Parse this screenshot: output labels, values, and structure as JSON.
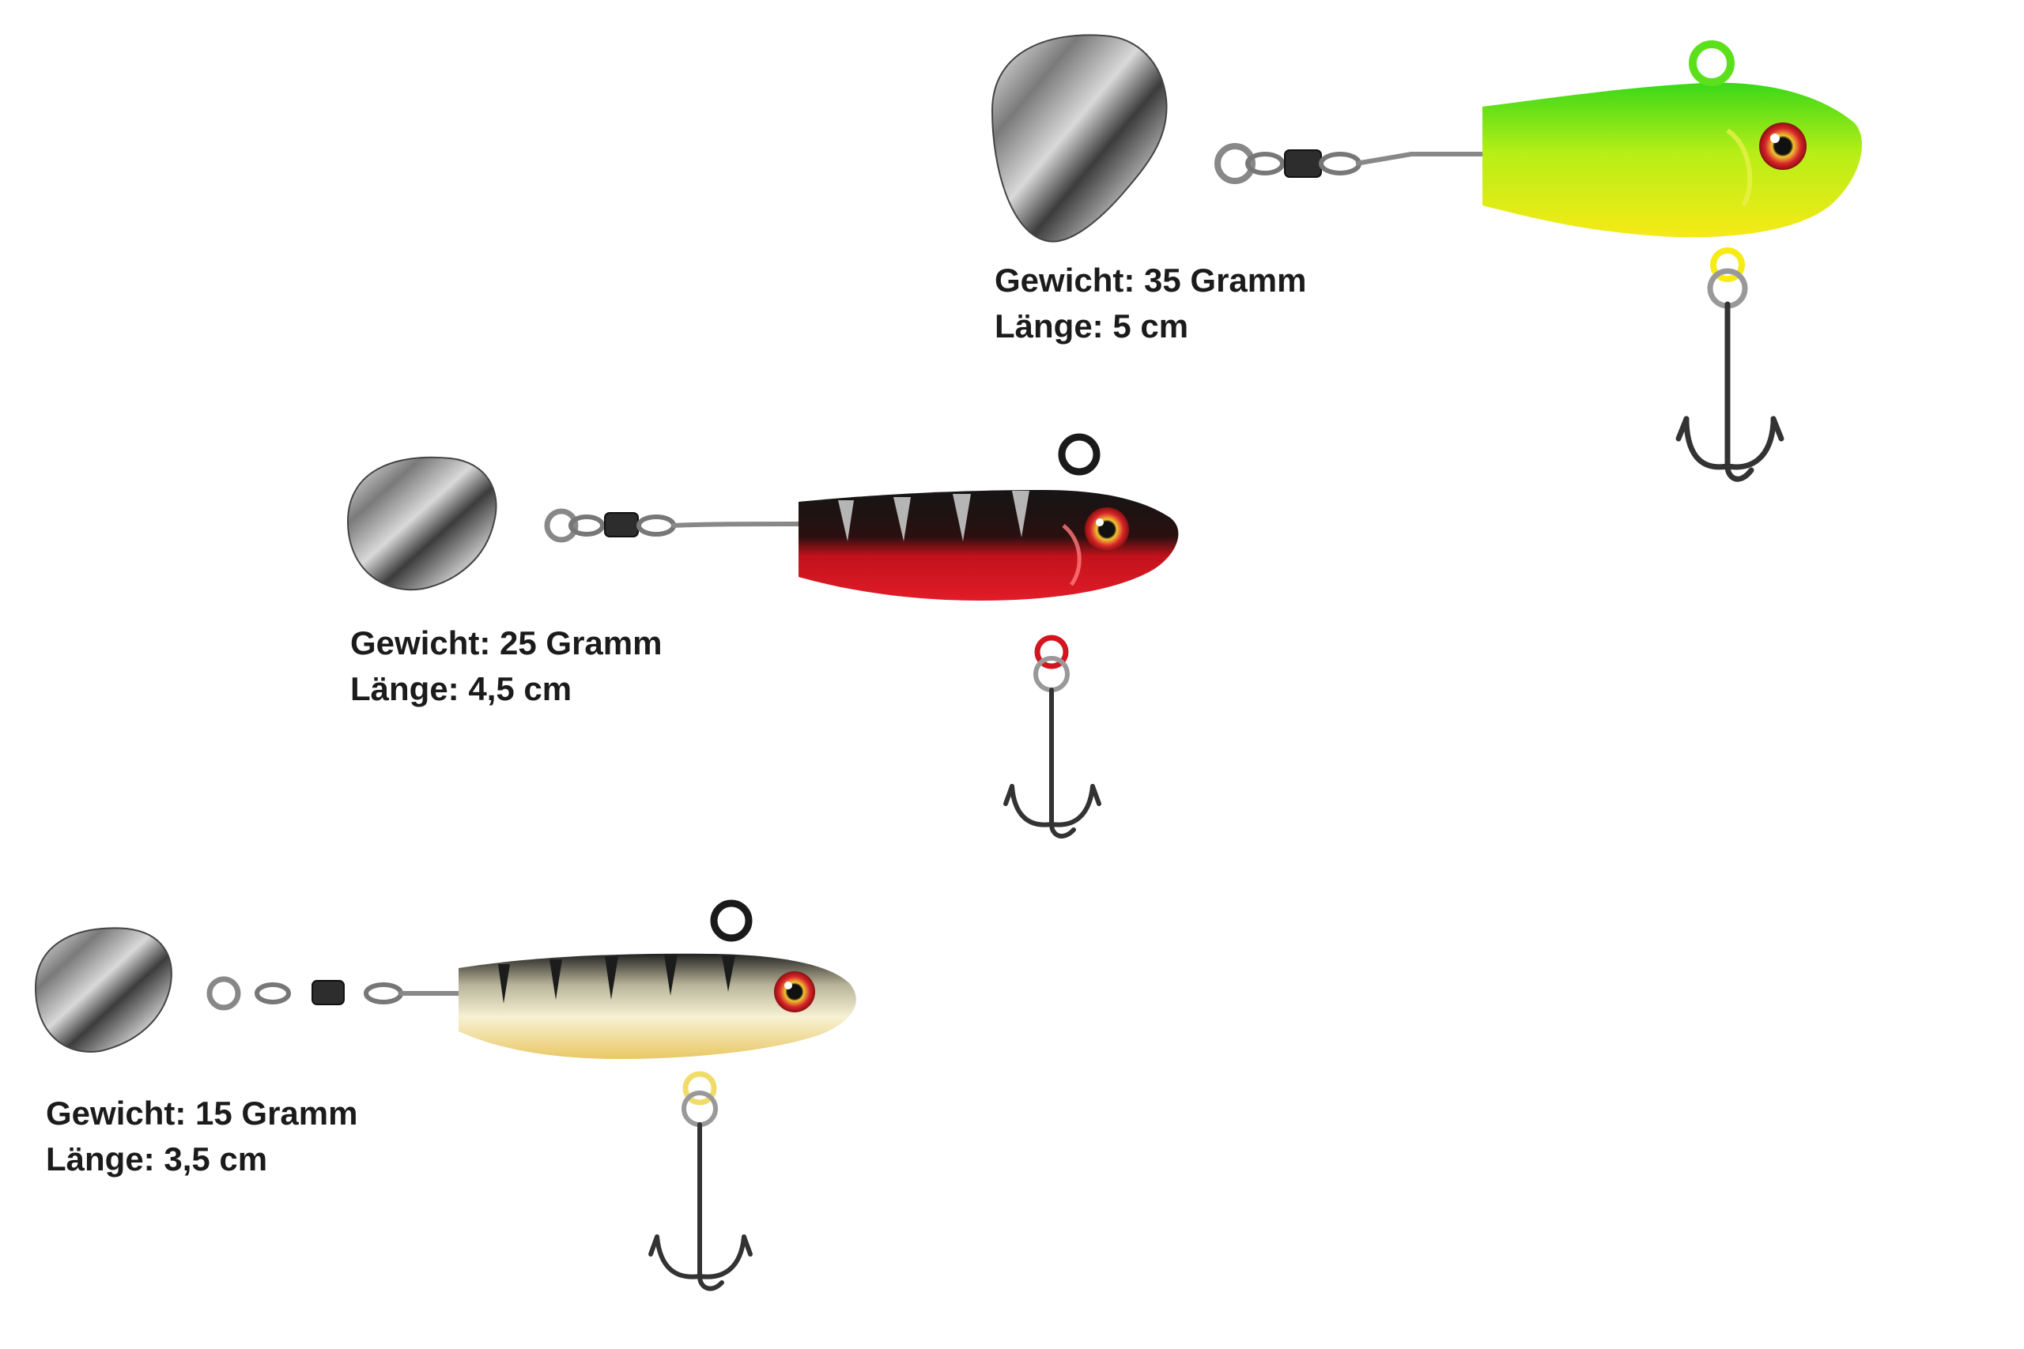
{
  "products": [
    {
      "id": "large",
      "weight_text": "Gewicht: 35 Gramm",
      "length_text": "Länge: 5 cm",
      "color_scheme": "firetiger",
      "body_colors": [
        "#4de01a",
        "#f4ea17"
      ]
    },
    {
      "id": "medium",
      "weight_text": "Gewicht: 25 Gramm",
      "length_text": "Länge: 4,5 cm",
      "color_scheme": "red-black",
      "body_colors": [
        "#141414",
        "#d4141e"
      ]
    },
    {
      "id": "small",
      "weight_text": "Gewicht: 15 Gramm",
      "length_text": "Länge: 3,5 cm",
      "color_scheme": "perch",
      "body_colors": [
        "#2a2a2a",
        "#f1dfa0"
      ]
    }
  ]
}
